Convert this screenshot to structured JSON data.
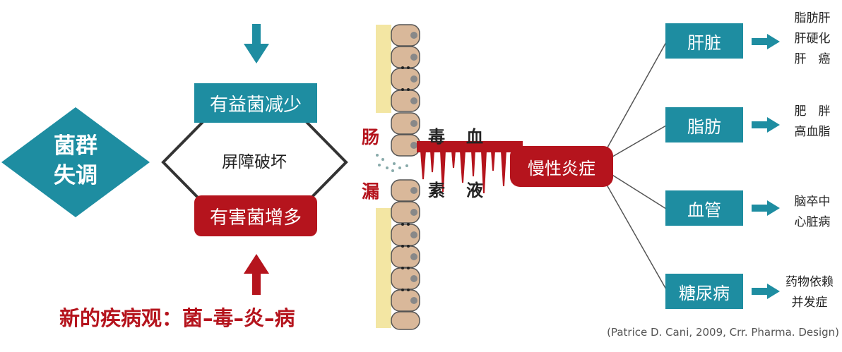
{
  "left": {
    "diamond_label_line1": "菌群",
    "diamond_label_line2": "失调",
    "top_box": "有益菌减少",
    "middle": "屏障破坏",
    "bottom_box": "有害菌增多",
    "headline": "新的疾病观：菌–毒–炎–病"
  },
  "gut": {
    "side_label_top": "肠",
    "side_label_bottom": "漏",
    "toxin_line1": "毒",
    "toxin_line2": "素",
    "blood_line1": "血",
    "blood_line2": "液"
  },
  "center": {
    "inflammation": "慢性炎症"
  },
  "organs": [
    {
      "name": "肝脏",
      "diseases": [
        "脂肪肝",
        "肝硬化",
        "肝　癌"
      ]
    },
    {
      "name": "脂肪",
      "diseases": [
        "肥　胖",
        "高血脂"
      ]
    },
    {
      "name": "血管",
      "diseases": [
        "脑卒中",
        "心脏病"
      ]
    },
    {
      "name": "糖尿病",
      "diseases": [
        "药物依赖",
        "并发症"
      ]
    }
  ],
  "citation": "(Patrice D. Cani, 2009, Crr. Pharma. Design)",
  "colors": {
    "teal": "#1e8da1",
    "red": "#b5141d",
    "text": "#222222",
    "cell_fill": "#d9b89a",
    "lumen": "#f3e6a3"
  }
}
